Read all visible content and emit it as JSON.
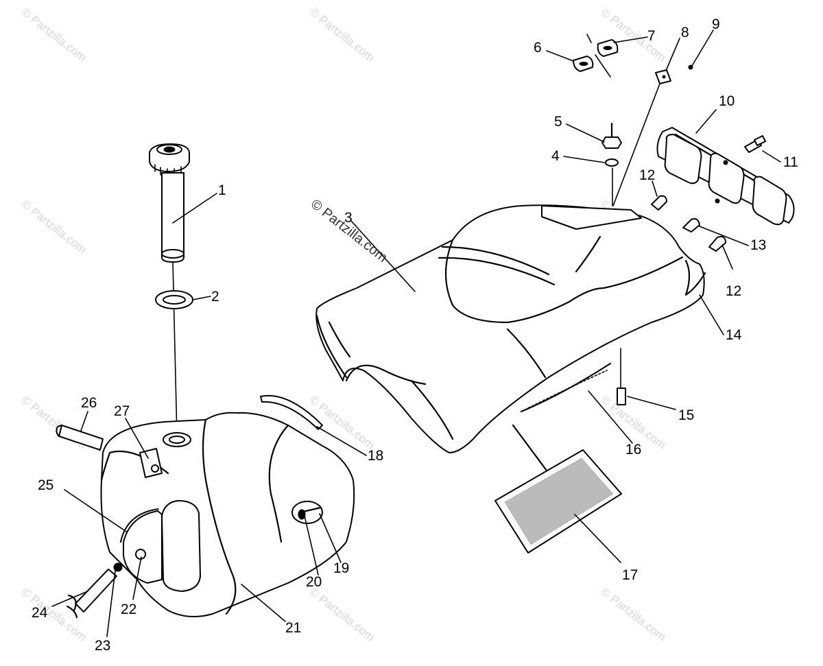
{
  "watermark": "© Partzilla.com",
  "watermark_main": "© Partzilla.com",
  "callouts": [
    "1",
    "2",
    "3",
    "4",
    "5",
    "6",
    "7",
    "8",
    "9",
    "10",
    "11",
    "12",
    "12",
    "13",
    "14",
    "15",
    "16",
    "17",
    "18",
    "19",
    "20",
    "21",
    "22",
    "23",
    "24",
    "25",
    "26",
    "27"
  ]
}
